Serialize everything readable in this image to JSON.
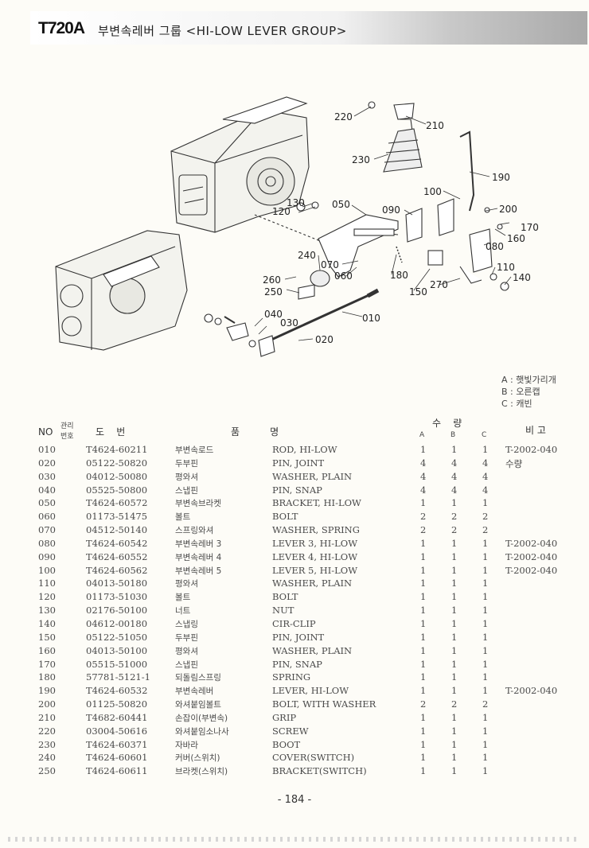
{
  "header": {
    "model": "T720A",
    "title": "부변속레버 그룹 <HI-LOW LEVER GROUP>"
  },
  "diagram_labels": [
    "220",
    "210",
    "230",
    "190",
    "100",
    "200",
    "170",
    "160",
    "090",
    "050",
    "130",
    "120",
    "080",
    "240",
    "070",
    "060",
    "180",
    "110",
    "140",
    "260",
    "250",
    "270",
    "150",
    "040",
    "030",
    "010",
    "020"
  ],
  "legend": [
    "A : 햇빛가리개",
    "B : 오른캡",
    "C : 캐빈"
  ],
  "table": {
    "headers": {
      "no": "NO",
      "mgmt_top": "관리",
      "mgmt_bottom": "번호",
      "part_no": "도    번",
      "name": "품          명",
      "qty": "수    량",
      "a": "A",
      "b": "B",
      "c": "C",
      "remarks": "비 고"
    },
    "rows": [
      {
        "no": "010",
        "part": "T4624-60211",
        "kor": "부변속로드",
        "eng": "ROD, HI-LOW",
        "a": "1",
        "b": "1",
        "c": "1",
        "rem": "T-2002-040"
      },
      {
        "no": "020",
        "part": "05122-50820",
        "kor": "두부핀",
        "eng": "PIN, JOINT",
        "a": "4",
        "b": "4",
        "c": "4",
        "rem": "수량"
      },
      {
        "no": "030",
        "part": "04012-50080",
        "kor": "평와셔",
        "eng": "WASHER, PLAIN",
        "a": "4",
        "b": "4",
        "c": "4",
        "rem": ""
      },
      {
        "no": "040",
        "part": "05525-50800",
        "kor": "스냅핀",
        "eng": "PIN, SNAP",
        "a": "4",
        "b": "4",
        "c": "4",
        "rem": ""
      },
      {
        "no": "050",
        "part": "T4624-60572",
        "kor": "부변속브라켓",
        "eng": "BRACKET, HI-LOW",
        "a": "1",
        "b": "1",
        "c": "1",
        "rem": ""
      },
      {
        "no": "060",
        "part": "01173-51475",
        "kor": "볼트",
        "eng": "BOLT",
        "a": "2",
        "b": "2",
        "c": "2",
        "rem": ""
      },
      {
        "no": "070",
        "part": "04512-50140",
        "kor": "스프링와셔",
        "eng": "WASHER, SPRING",
        "a": "2",
        "b": "2",
        "c": "2",
        "rem": ""
      },
      {
        "no": "080",
        "part": "T4624-60542",
        "kor": "부변속레버 3",
        "eng": "LEVER 3, HI-LOW",
        "a": "1",
        "b": "1",
        "c": "1",
        "rem": "T-2002-040"
      },
      {
        "no": "090",
        "part": "T4624-60552",
        "kor": "부변속레버 4",
        "eng": "LEVER 4, HI-LOW",
        "a": "1",
        "b": "1",
        "c": "1",
        "rem": "T-2002-040"
      },
      {
        "no": "100",
        "part": "T4624-60562",
        "kor": "부변속레버 5",
        "eng": "LEVER 5, HI-LOW",
        "a": "1",
        "b": "1",
        "c": "1",
        "rem": "T-2002-040"
      },
      {
        "no": "110",
        "part": "04013-50180",
        "kor": "평와셔",
        "eng": "WASHER, PLAIN",
        "a": "1",
        "b": "1",
        "c": "1",
        "rem": ""
      },
      {
        "no": "120",
        "part": "01173-51030",
        "kor": "볼트",
        "eng": "BOLT",
        "a": "1",
        "b": "1",
        "c": "1",
        "rem": ""
      },
      {
        "no": "130",
        "part": "02176-50100",
        "kor": "너트",
        "eng": "NUT",
        "a": "1",
        "b": "1",
        "c": "1",
        "rem": ""
      },
      {
        "no": "140",
        "part": "04612-00180",
        "kor": "스냅링",
        "eng": "CIR-CLIP",
        "a": "1",
        "b": "1",
        "c": "1",
        "rem": ""
      },
      {
        "no": "150",
        "part": "05122-51050",
        "kor": "두부핀",
        "eng": "PIN, JOINT",
        "a": "1",
        "b": "1",
        "c": "1",
        "rem": ""
      },
      {
        "no": "160",
        "part": "04013-50100",
        "kor": "평와셔",
        "eng": "WASHER, PLAIN",
        "a": "1",
        "b": "1",
        "c": "1",
        "rem": ""
      },
      {
        "no": "170",
        "part": "05515-51000",
        "kor": "스냅핀",
        "eng": "PIN, SNAP",
        "a": "1",
        "b": "1",
        "c": "1",
        "rem": ""
      },
      {
        "no": "180",
        "part": "57781-5121-1",
        "kor": "되돌림스프링",
        "eng": "SPRING",
        "a": "1",
        "b": "1",
        "c": "1",
        "rem": ""
      },
      {
        "no": "190",
        "part": "T4624-60532",
        "kor": "부변속레버",
        "eng": "LEVER, HI-LOW",
        "a": "1",
        "b": "1",
        "c": "1",
        "rem": "T-2002-040"
      },
      {
        "no": "200",
        "part": "01125-50820",
        "kor": "와셔붙임볼트",
        "eng": "BOLT, WITH WASHER",
        "a": "2",
        "b": "2",
        "c": "2",
        "rem": ""
      },
      {
        "no": "210",
        "part": "T4682-60441",
        "kor": "손잡이(부변속)",
        "eng": "GRIP",
        "a": "1",
        "b": "1",
        "c": "1",
        "rem": ""
      },
      {
        "no": "220",
        "part": "03004-50616",
        "kor": "와셔붙임소나사",
        "eng": "SCREW",
        "a": "1",
        "b": "1",
        "c": "1",
        "rem": ""
      },
      {
        "no": "230",
        "part": "T4624-60371",
        "kor": "자바라",
        "eng": "BOOT",
        "a": "1",
        "b": "1",
        "c": "1",
        "rem": ""
      },
      {
        "no": "240",
        "part": "T4624-60601",
        "kor": "커버(스위치)",
        "eng": "COVER(SWITCH)",
        "a": "1",
        "b": "1",
        "c": "1",
        "rem": ""
      },
      {
        "no": "250",
        "part": "T4624-60611",
        "kor": "브라켓(스위치)",
        "eng": "BRACKET(SWITCH)",
        "a": "1",
        "b": "1",
        "c": "1",
        "rem": ""
      }
    ]
  },
  "footer": {
    "page": "- 184 -"
  }
}
